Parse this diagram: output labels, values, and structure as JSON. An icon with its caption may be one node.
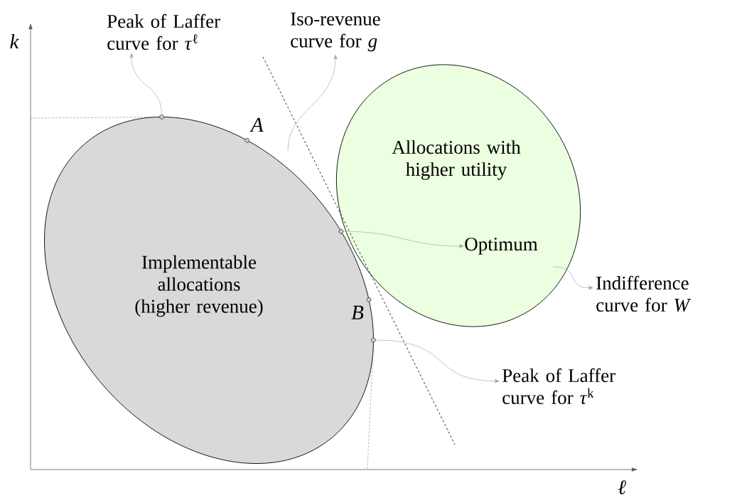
{
  "diagram": {
    "nodes": [
      {
        "text": [
          "Implementable allocations (higher revenue)"
        ]
      },
      {
        "text": [
          "Allocations with higher utility"
        ]
      },
      {
        "text": [
          "Peak of Laffer curve for *τ*$^{ℓ}$"
        ]
      },
      {
        "text": [
          "Iso-revenue curve for *g*"
        ]
      },
      {
        "text": [
          "Optimum"
        ],
        "in": 1
      },
      {
        "text": [
          "Indifference curve for *W*"
        ]
      },
      {
        "text": [
          "Peak of Laffer curve for *τ*$^{k}$"
        ]
      },
      {
        "text": [],
        "shape": "circle"
      },
      {
        "text": [],
        "shape": "circle",
        "beside": [
          "A"
        ]
      },
      {
        "text": [],
        "shape": "circle"
      },
      {
        "text": [],
        "shape": "circle",
        "beside": [
          "B"
        ]
      },
      {
        "text": [],
        "shape": "circle"
      }
    ],
    "edges": [
      {
        "from": 7,
        "to": 2,
        "arrow": "to"
      },
      {
        "from": null,
        "to": 3,
        "arrow": "to"
      },
      {
        "from": 9,
        "to": 4,
        "arrow": "to"
      },
      {
        "from": 1,
        "to": 5,
        "arrow": "to"
      },
      {
        "from": 11,
        "to": 6,
        "arrow": "to"
      }
    ],
    "labels": [
      "k",
      "ℓ"
    ]
  }
}
